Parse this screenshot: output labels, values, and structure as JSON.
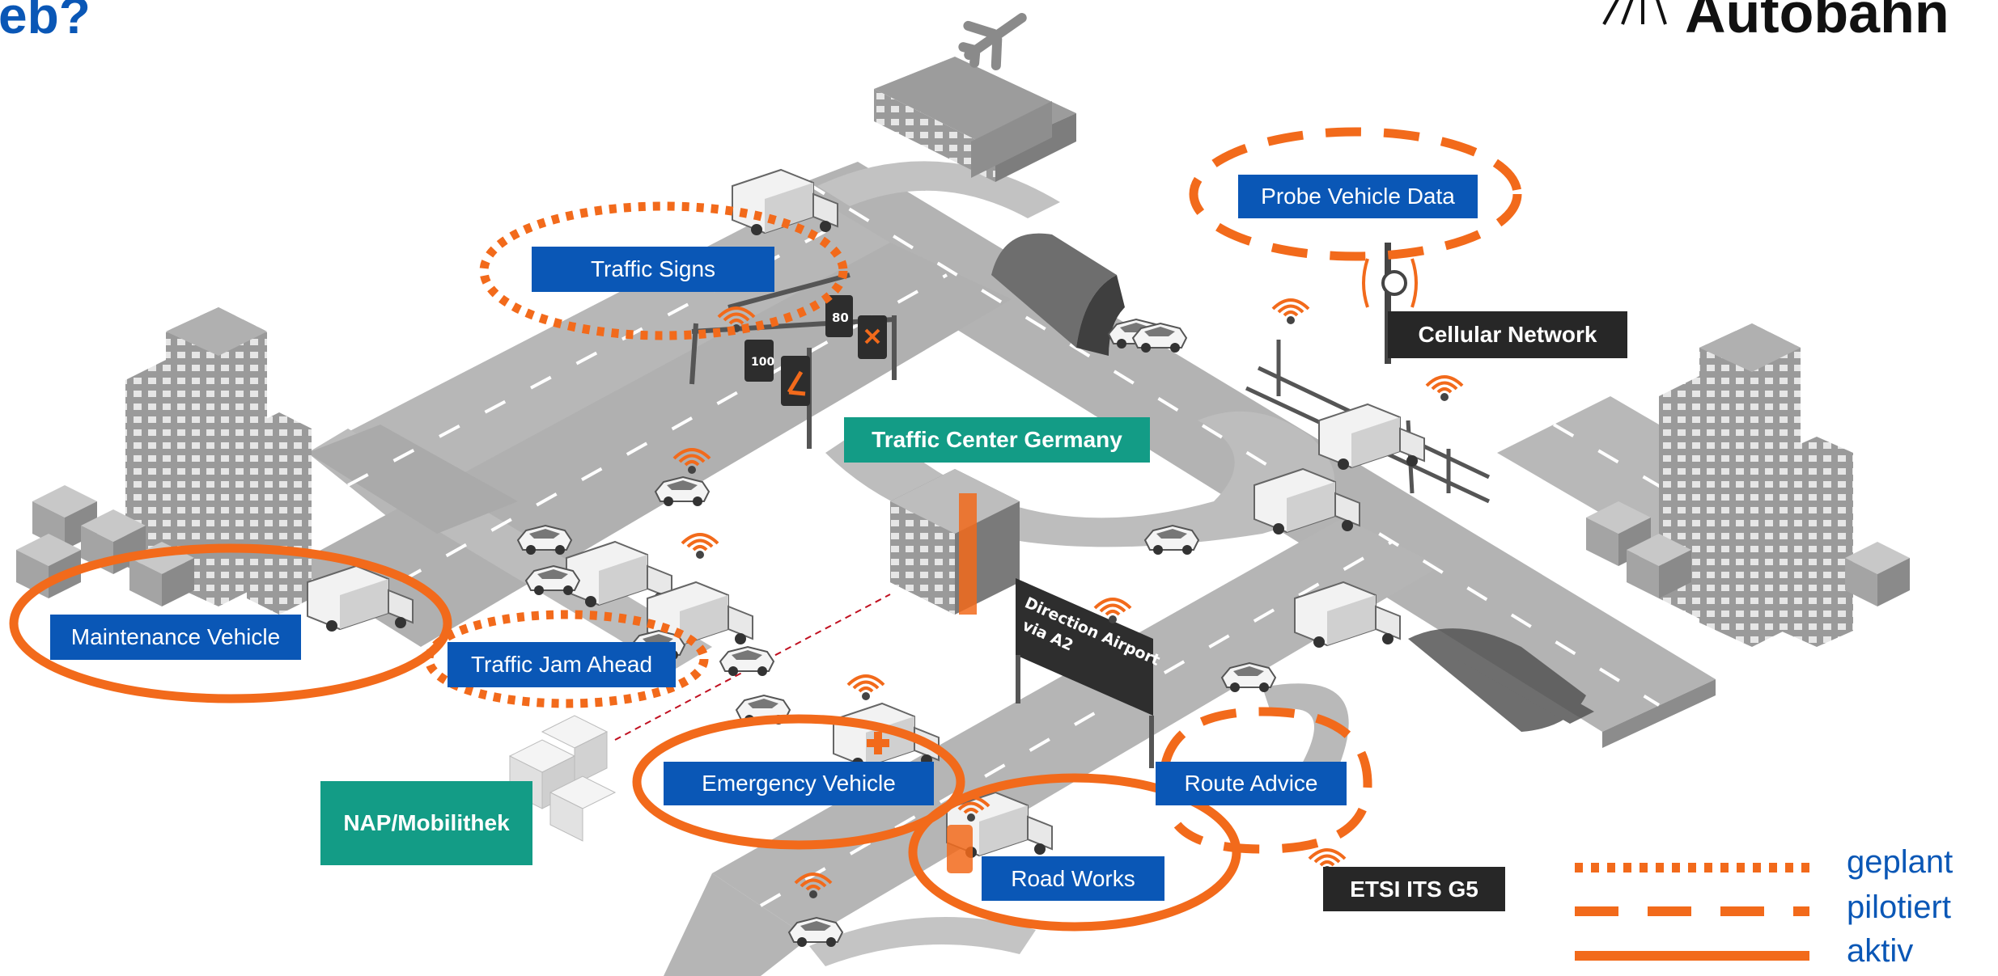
{
  "header": {
    "title_fragment": "eb?",
    "brand_name": "Autobahn",
    "brand_icon": "autobahn-logo-icon"
  },
  "labels": {
    "probe_vehicle_data": "Probe Vehicle Data",
    "traffic_signs": "Traffic Signs",
    "cellular_network": "Cellular Network",
    "traffic_center_germany": "Traffic Center Germany",
    "maintenance_vehicle": "Maintenance Vehicle",
    "traffic_jam_ahead": "Traffic Jam Ahead",
    "emergency_vehicle": "Emergency Vehicle",
    "route_advice": "Route Advice",
    "nap_mobilithek": "NAP/Mobilithek",
    "road_works": "Road Works",
    "etsi_its_g5": "ETSI ITS G5"
  },
  "signs": {
    "speed_100": "100",
    "speed_80": "80",
    "direction_line1": "Direction Airport",
    "direction_line2": "via A2"
  },
  "status_by_service": {
    "Traffic Signs": "geplant",
    "Traffic Jam Ahead": "geplant",
    "Probe Vehicle Data": "pilotiert",
    "Route Advice": "pilotiert",
    "Maintenance Vehicle": "aktiv",
    "Emergency Vehicle": "aktiv",
    "Road Works": "aktiv"
  },
  "legend": {
    "planned": "geplant",
    "piloted": "pilotiert",
    "active": "aktiv"
  },
  "colors": {
    "accent_orange": "#f26a1b",
    "label_blue": "#0a57b6",
    "label_teal": "#139c86",
    "label_dark": "#272727",
    "road_grey": "#b5b5b5",
    "building_grey": "#8a8a8a"
  }
}
